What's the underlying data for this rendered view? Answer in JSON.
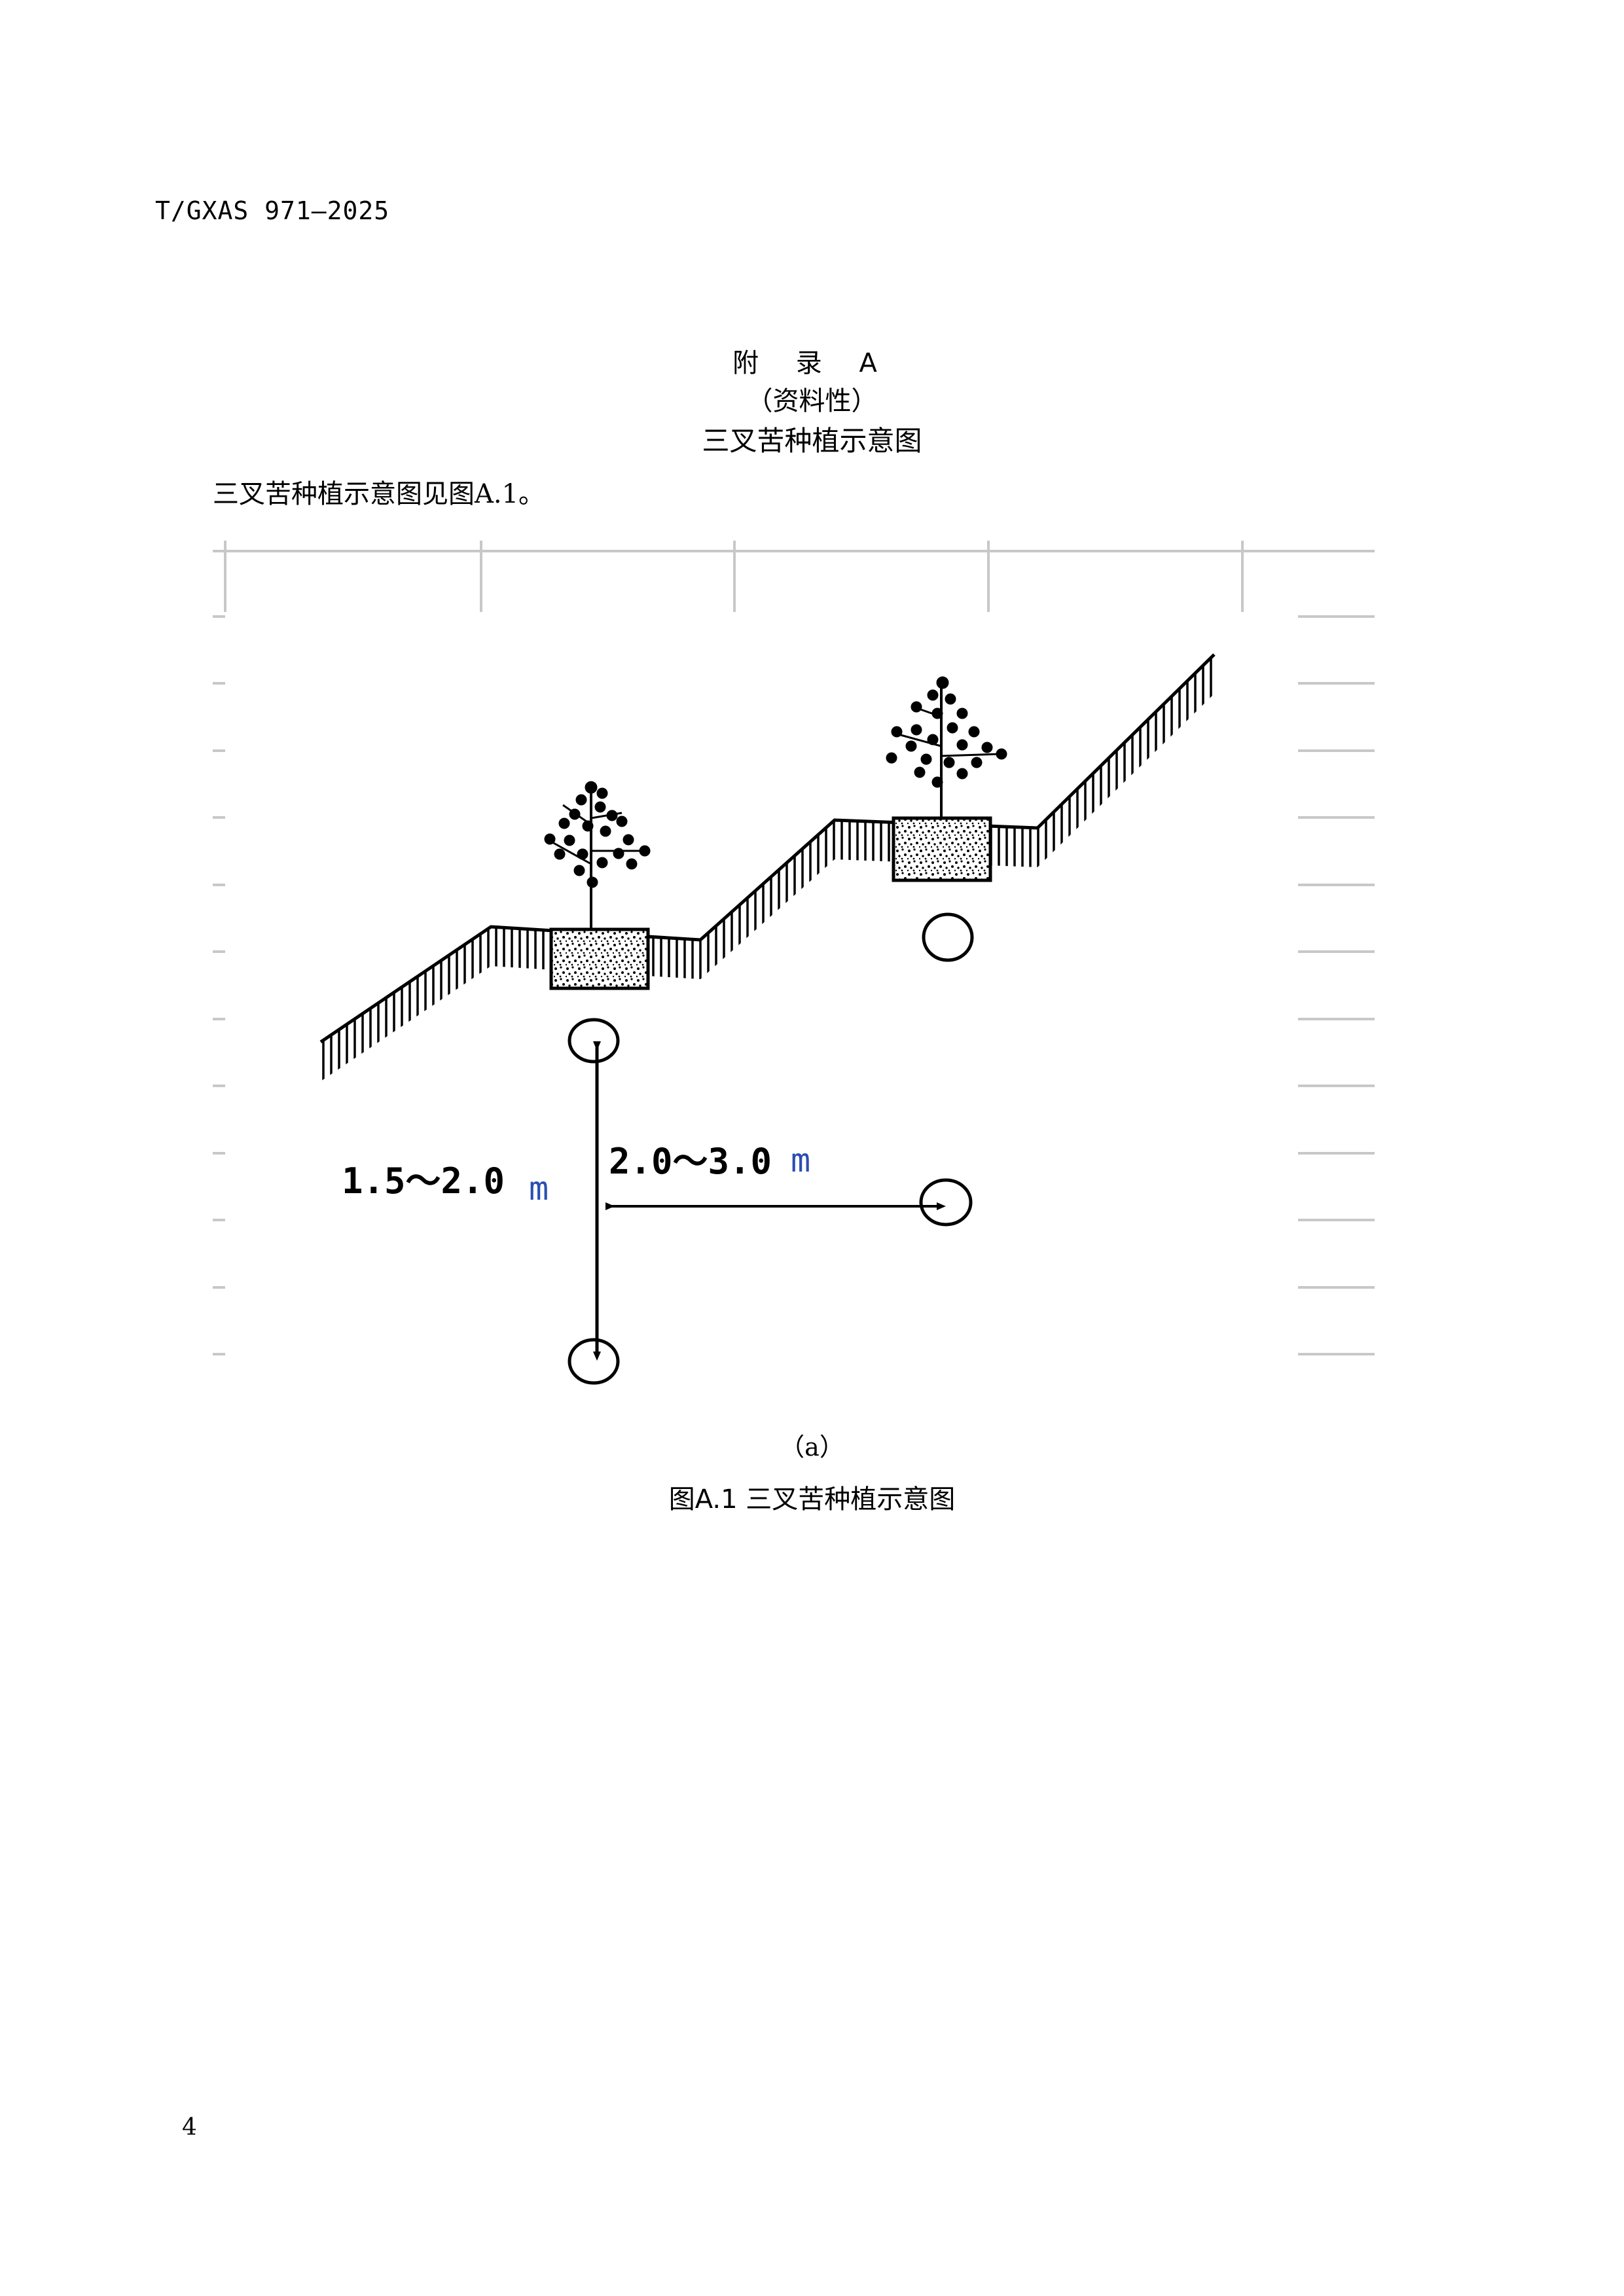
{
  "header": {
    "standard_no": "T/GXAS 971—2025"
  },
  "annex": {
    "title": "附 录 A",
    "type": "（资料性）",
    "name": "三叉苦种植示意图"
  },
  "body": {
    "intro": "三叉苦种植示意图见图A.1。"
  },
  "figure": {
    "row_spacing_value": "1.5～2.0",
    "plant_spacing_value": "2.0～3.0",
    "unit": "m",
    "subcaption": "（a）",
    "caption": "图A.1  三叉苦种植示意图"
  },
  "footer": {
    "page_number": "4"
  }
}
